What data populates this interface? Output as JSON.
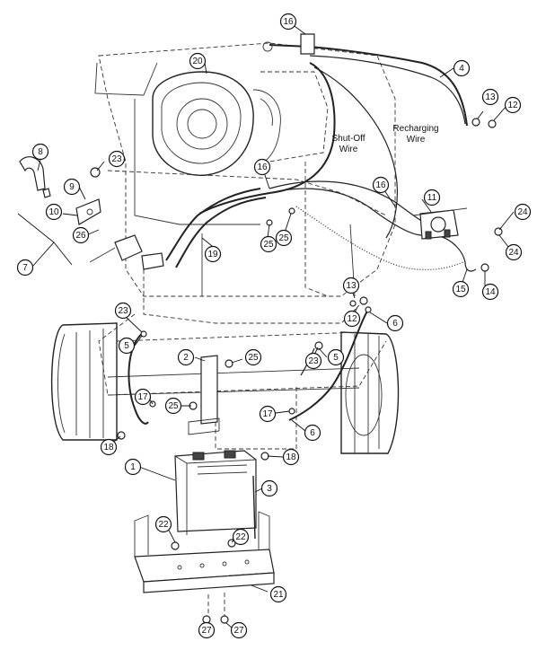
{
  "callouts": [
    {
      "n": "1"
    },
    {
      "n": "2"
    },
    {
      "n": "3"
    },
    {
      "n": "4"
    },
    {
      "n": "5"
    },
    {
      "n": "5"
    },
    {
      "n": "6"
    },
    {
      "n": "6"
    },
    {
      "n": "7"
    },
    {
      "n": "8"
    },
    {
      "n": "9"
    },
    {
      "n": "10"
    },
    {
      "n": "11"
    },
    {
      "n": "12"
    },
    {
      "n": "12"
    },
    {
      "n": "13"
    },
    {
      "n": "13"
    },
    {
      "n": "14"
    },
    {
      "n": "15"
    },
    {
      "n": "16"
    },
    {
      "n": "16"
    },
    {
      "n": "16"
    },
    {
      "n": "17"
    },
    {
      "n": "17"
    },
    {
      "n": "18"
    },
    {
      "n": "18"
    },
    {
      "n": "19"
    },
    {
      "n": "20"
    },
    {
      "n": "21"
    },
    {
      "n": "22"
    },
    {
      "n": "22"
    },
    {
      "n": "23"
    },
    {
      "n": "23"
    },
    {
      "n": "23"
    },
    {
      "n": "24"
    },
    {
      "n": "24"
    },
    {
      "n": "25"
    },
    {
      "n": "25"
    },
    {
      "n": "25"
    },
    {
      "n": "25"
    },
    {
      "n": "26"
    },
    {
      "n": "27"
    },
    {
      "n": "27"
    }
  ],
  "labels": {
    "shutoff_line1": "Shut-Off",
    "shutoff_line2": "Wire",
    "recharging_line1": "Recharging",
    "recharging_line2": "Wire"
  }
}
